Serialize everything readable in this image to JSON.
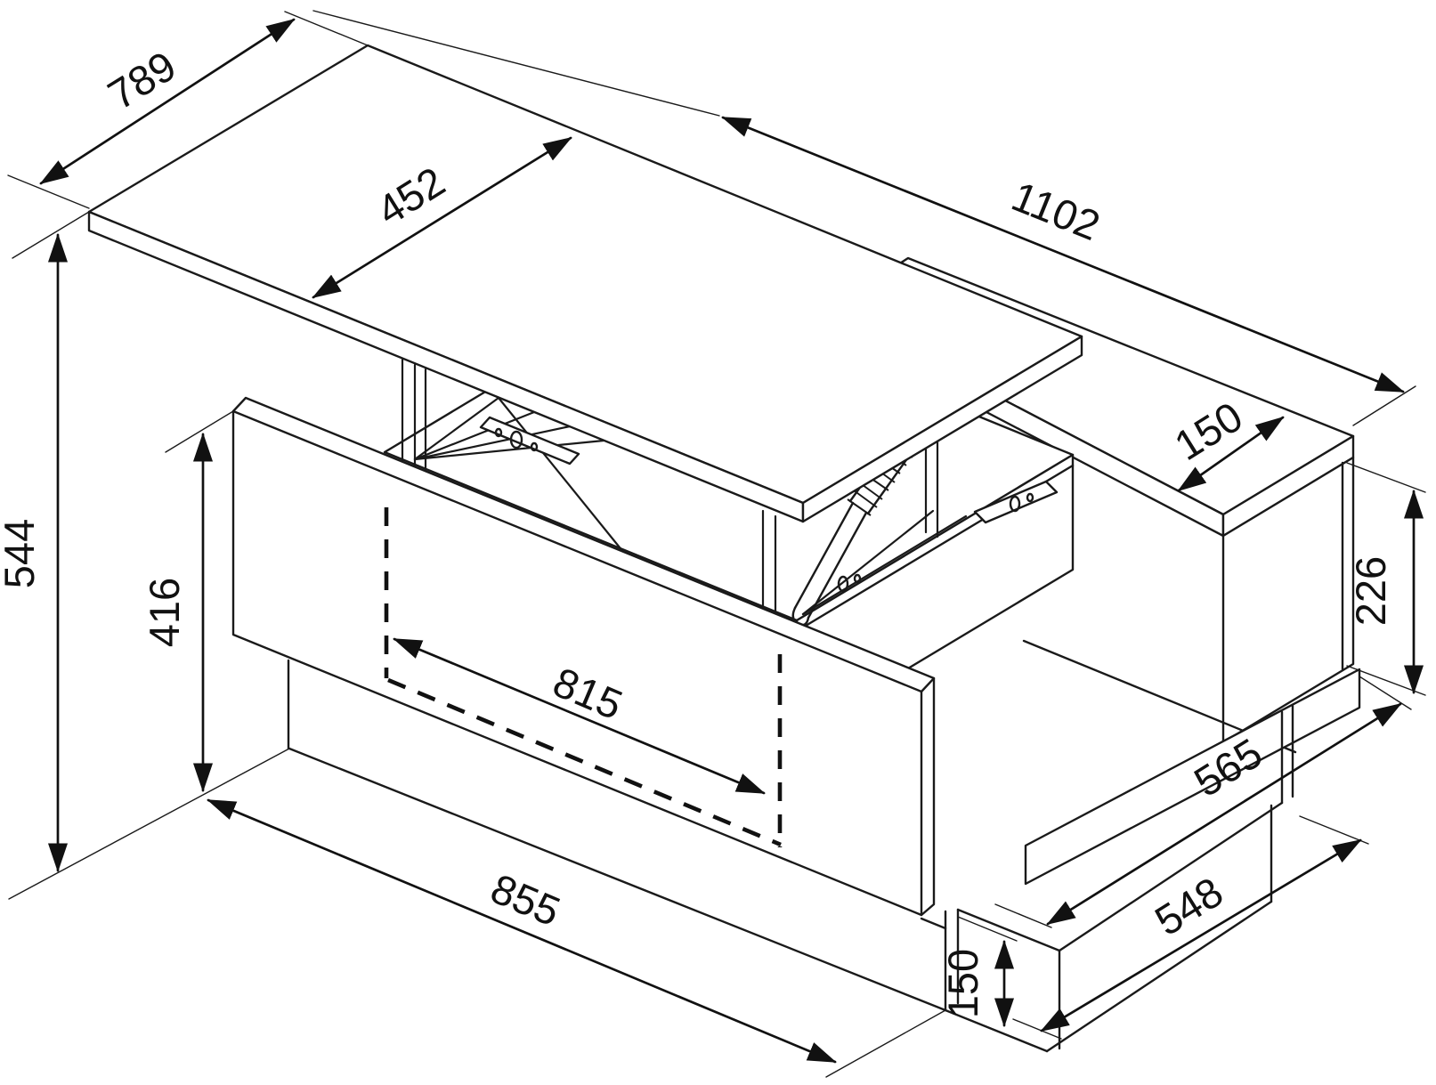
{
  "diagram": {
    "kind": "isometric furniture dimension drawing (lift-top coffee table)",
    "colors": {
      "line": "#1a1a1a",
      "background": "#ffffff"
    },
    "dims": {
      "top_depth": "789",
      "top_section_depth": "452",
      "total_length": "1102",
      "shelf_top_depth": "150",
      "total_height": "544",
      "front_panel_height": "416",
      "side_opening_height": "226",
      "inner_compartment_length": "815",
      "base_length": "855",
      "shelf_floor_depth": "565",
      "plinth_depth": "548",
      "plinth_height": "150"
    }
  }
}
